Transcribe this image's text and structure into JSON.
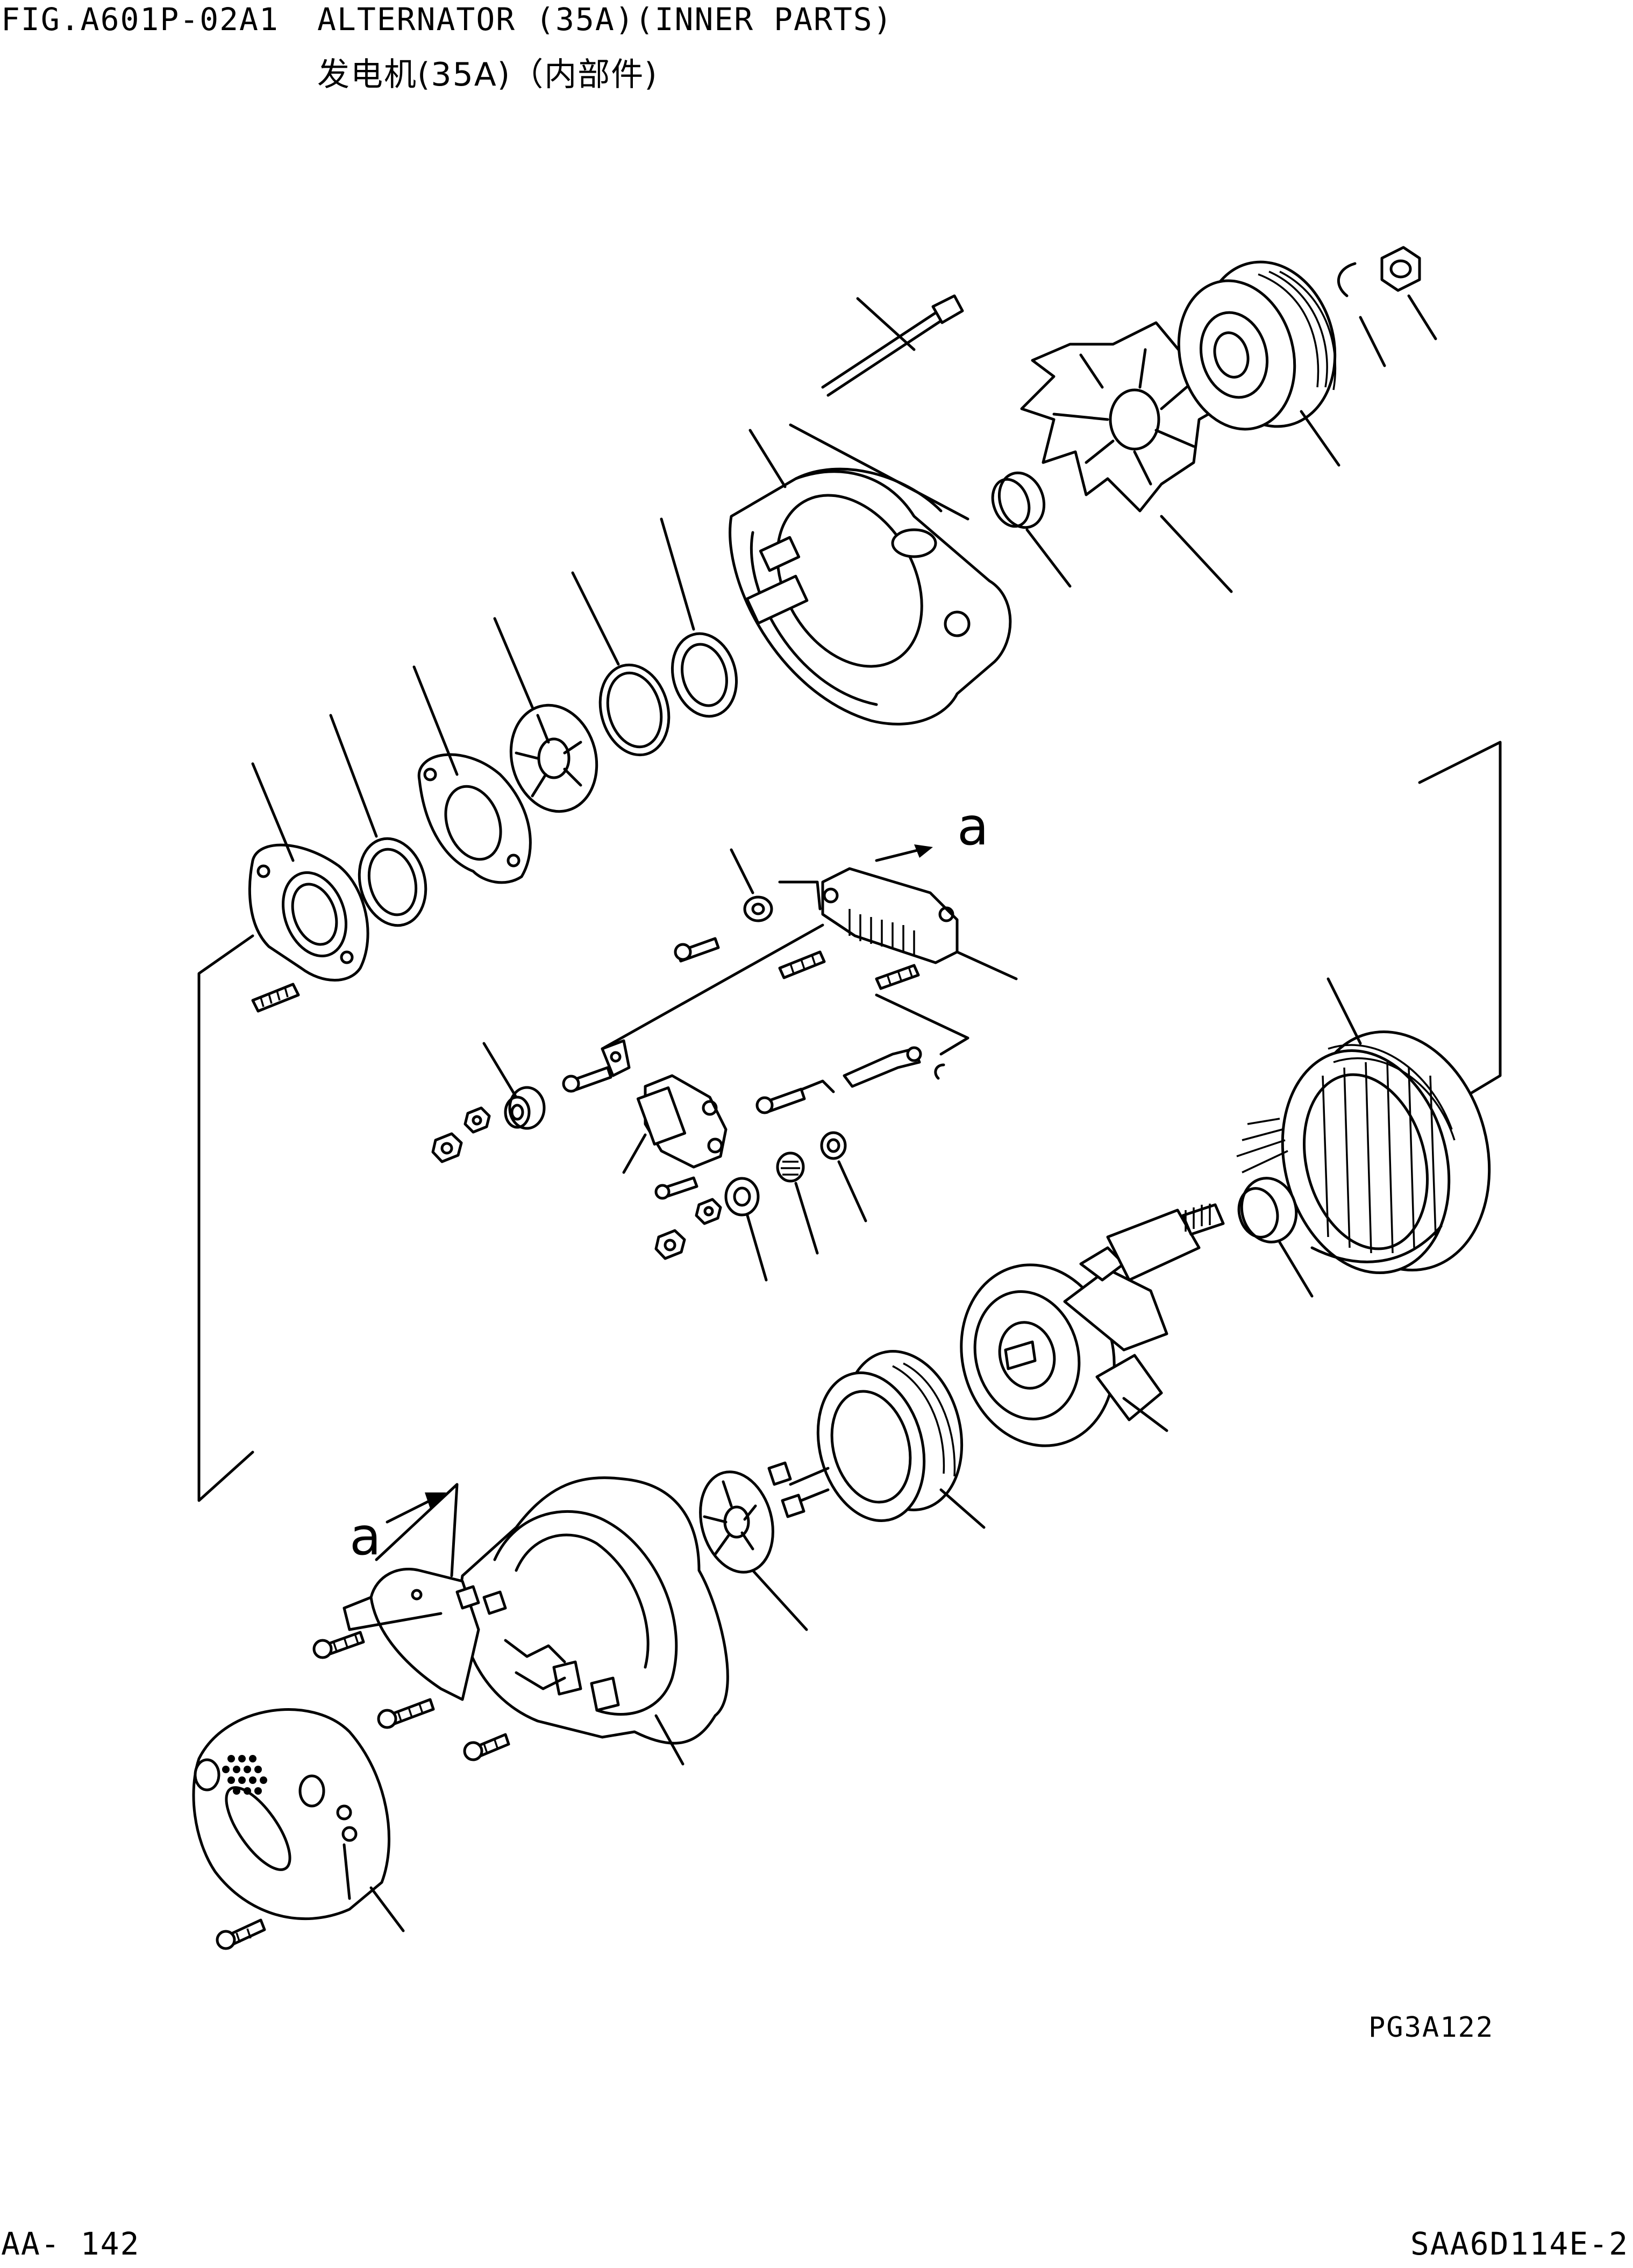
{
  "header": {
    "figure_code": "FIG.A601P-02A1",
    "title_en": "ALTERNATOR (35A)(INNER PARTS)",
    "title_cn": "发电机(35A)（内部件)"
  },
  "diagram": {
    "view_marker": "a",
    "drawing_code": "PG3A122"
  },
  "footer": {
    "page_number": "AA- 142",
    "model_code": "SAA6D114E-2"
  }
}
